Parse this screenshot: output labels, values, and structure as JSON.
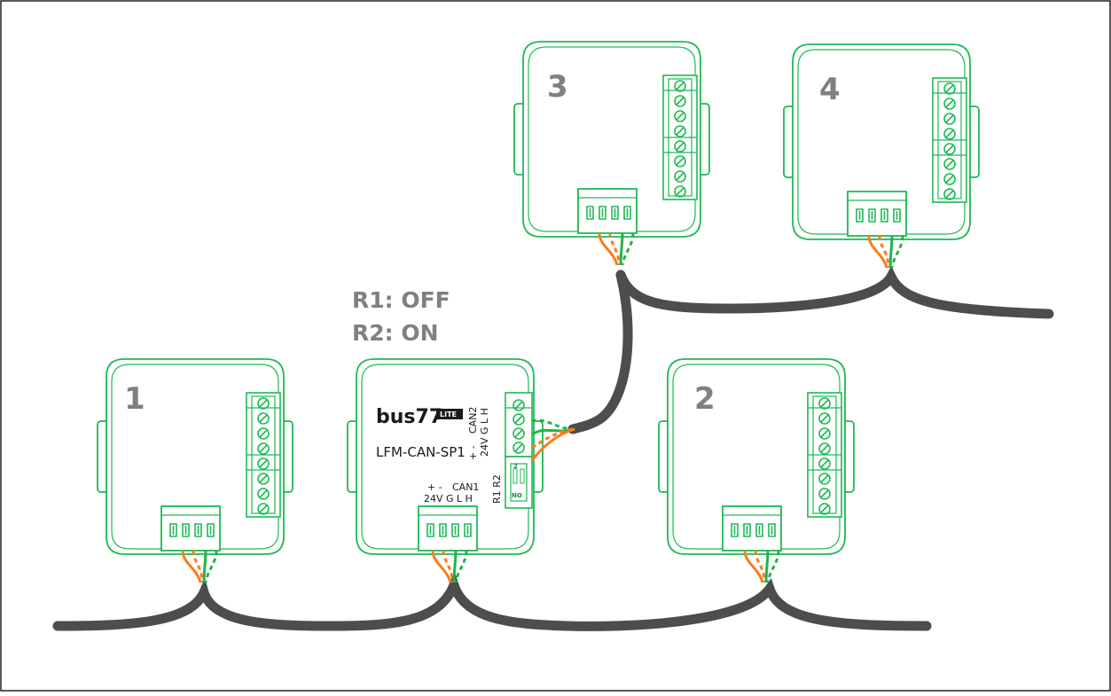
{
  "devices": [
    {
      "id": "1",
      "label": "1"
    },
    {
      "id": "2",
      "label": "2"
    },
    {
      "id": "3",
      "label": "3"
    },
    {
      "id": "4",
      "label": "4"
    }
  ],
  "status": {
    "r1": "R1: OFF",
    "r2": "R2: ON"
  },
  "splitter": {
    "brand": "bus77",
    "brand_badge": "LITE",
    "model": "LFM-CAN-SP1",
    "can1_label": "CAN1",
    "can1_polarity": "+   -",
    "can1_pins": "24V G  L  H",
    "can2_label": "CAN2",
    "can2_polarity": "+   -",
    "can2_pins": "24V G  L  H",
    "relay_label": "R1 R2",
    "dip_on_label": "NO",
    "dip_top_label": "2"
  },
  "colors": {
    "outline": "#1db954",
    "cable": "#4d4d4d",
    "wire_orange": "#ff7a1a",
    "wire_green": "#22b34a",
    "number_text": "#808080"
  }
}
